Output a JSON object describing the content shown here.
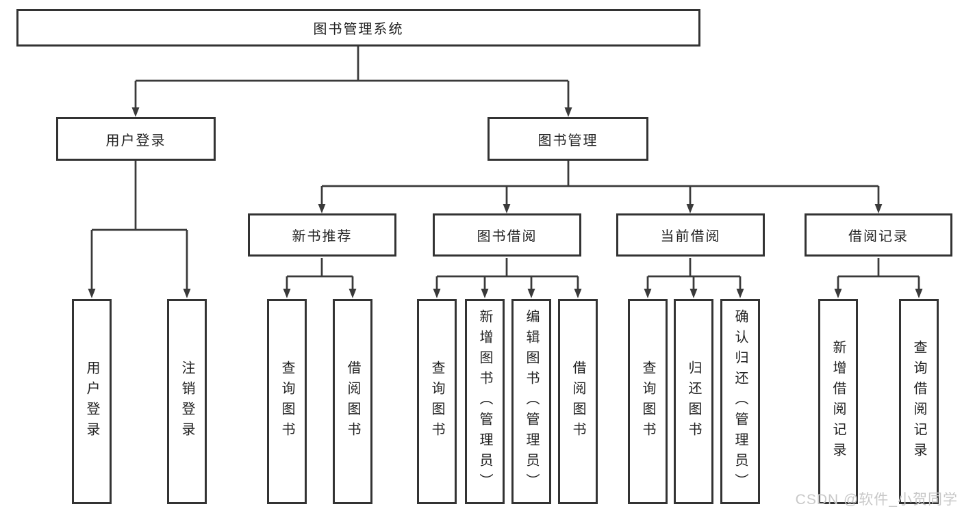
{
  "diagram": {
    "title": "图书管理系统",
    "nodes": {
      "root": "图书管理系统",
      "level2": [
        "用户登录",
        "图书管理"
      ],
      "level3": [
        "新书推荐",
        "图书借阅",
        "当前借阅",
        "借阅记录"
      ],
      "leaves": {
        "userLogin": [
          "用户登录",
          "注销登录"
        ],
        "newBookRecommend": [
          "查询图书",
          "借阅图书"
        ],
        "bookBorrow": [
          "查询图书",
          "新增图书（管理员）",
          "编辑图书（管理员）",
          "借阅图书"
        ],
        "currentBorrow": [
          "查询图书",
          "归还图书",
          "确认归还（管理员）"
        ],
        "borrowRecords": [
          "新增借阅记录",
          "查询借阅记录"
        ]
      }
    },
    "watermark": "CSDN @软件_小贺同学",
    "colors": {
      "line": "#3a3a3a",
      "box_border": "#333333",
      "text": "#222222",
      "watermark": "#c8c8c8",
      "background": "#ffffff"
    }
  }
}
